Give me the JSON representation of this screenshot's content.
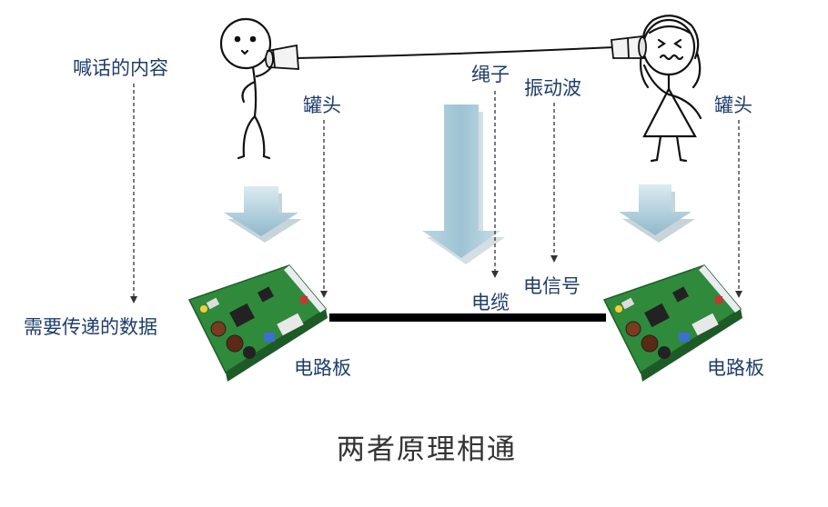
{
  "labels": {
    "shout_content": "喊话的内容",
    "can_left": "罐头",
    "rope": "绳子",
    "vibration_wave": "振动波",
    "can_right": "罐头",
    "data_to_send": "需要传递的数据",
    "electric_signal": "电信号",
    "cable": "电缆",
    "board_left": "电路板",
    "board_right": "电路板"
  },
  "caption": "两者原理相通",
  "colors": {
    "label_text": "#1f3d6b",
    "caption_text": "#333333",
    "arrow_fill": "#9fc4d3",
    "pcb_green": "#2f8a3c",
    "cable": "#000000"
  }
}
